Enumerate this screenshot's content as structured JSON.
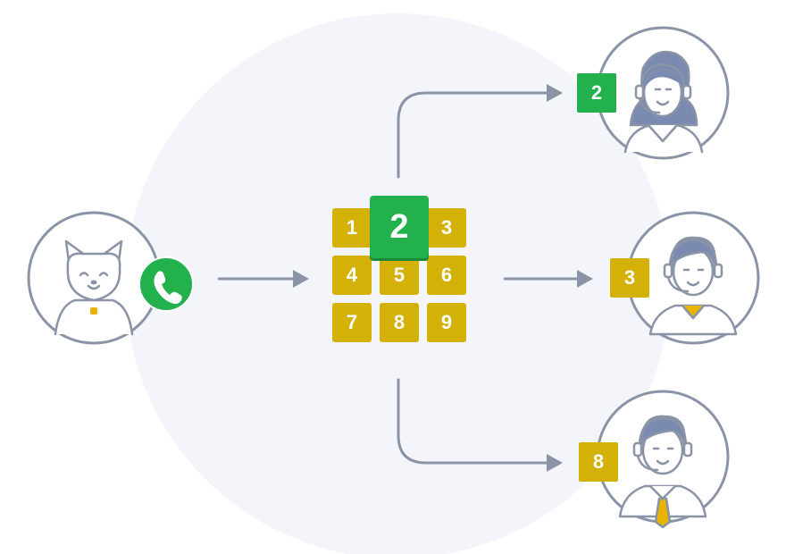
{
  "colors": {
    "key": "#d4b106",
    "pressed_key": "#22b14c",
    "phone_badge": "#22b14c",
    "background_disc": "#f3f5fb",
    "outline": "#8a94a6",
    "arrow": "#8a94a6",
    "hair": "#7b8ab0",
    "tie": "#e8b400"
  },
  "keypad": {
    "keys": [
      "1",
      "2",
      "3",
      "4",
      "5",
      "6",
      "7",
      "8",
      "9"
    ],
    "pressed": "2"
  },
  "caller": {
    "icon": "dog-icon",
    "call_icon": "phone-icon"
  },
  "agents": [
    {
      "label": "2",
      "icon": "female-agent-headset-icon",
      "badge_color": "#22b14c"
    },
    {
      "label": "3",
      "icon": "male-agent-headset-icon",
      "badge_color": "#d4b106"
    },
    {
      "label": "8",
      "icon": "male-agent-tie-headset-icon",
      "badge_color": "#d4b106"
    }
  ]
}
